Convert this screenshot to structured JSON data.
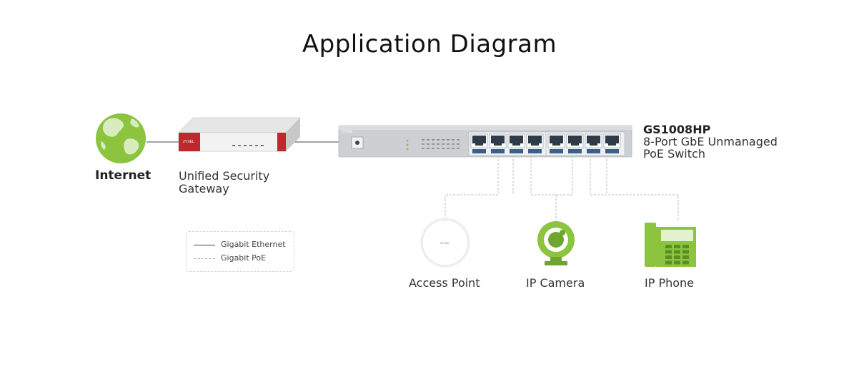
{
  "title": "Application Diagram",
  "nodes": {
    "internet": {
      "label": "Internet"
    },
    "gateway": {
      "label_line1": "Unified Security",
      "label_line2": "Gateway",
      "brand": "ZYXEL"
    },
    "switch": {
      "brand": "ZYXEL",
      "model": "GS1008HP",
      "desc_line1": "8-Port GbE Unmanaged",
      "desc_line2": "PoE Switch"
    },
    "access_point": {
      "label": "Access Point",
      "brand": "ZYXEL"
    },
    "ip_camera": {
      "label": "IP Camera"
    },
    "ip_phone": {
      "label": "IP Phone"
    }
  },
  "legend": {
    "gigabit_ethernet": "Gigabit Ethernet",
    "gigabit_poe": "Gigabit PoE"
  },
  "colors": {
    "green": "#8cc43f",
    "dark_green": "#6fa52e",
    "zyxel_red": "#c1272d",
    "switch_gray": "#c9cccf",
    "port_blue": "#3c5f8a"
  }
}
